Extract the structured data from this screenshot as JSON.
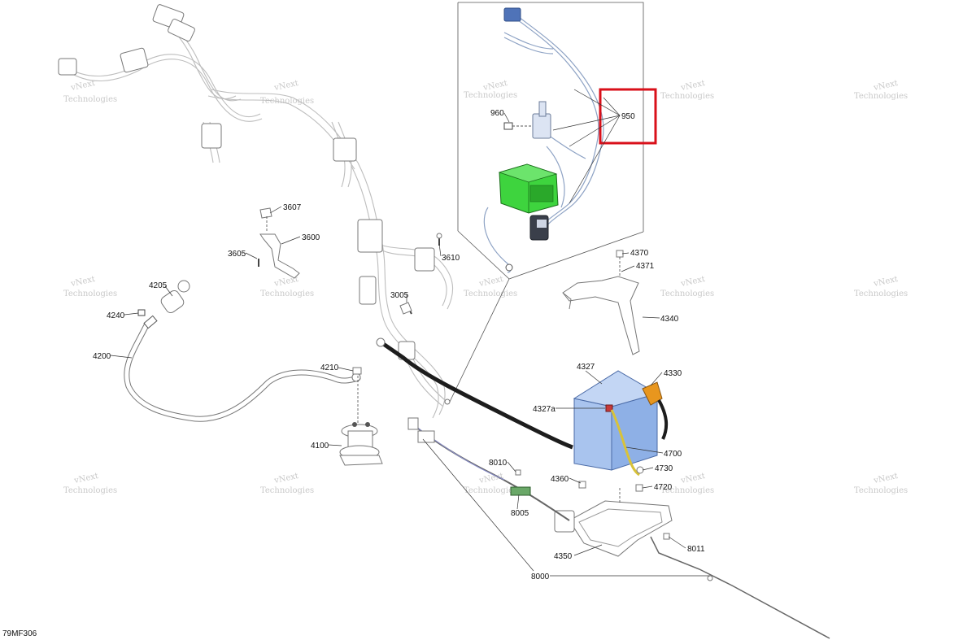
{
  "diagram_code": "79MF306",
  "watermark": {
    "line1": "vNext",
    "line2": "Technologies"
  },
  "callouts": {
    "p950": "950",
    "p960": "960",
    "p3607": "3607",
    "p3600": "3600",
    "p3605": "3605",
    "p3610": "3610",
    "p3005": "3005",
    "p4205": "4205",
    "p4240": "4240",
    "p4200": "4200",
    "p4210": "4210",
    "p4100": "4100",
    "p4370": "4370",
    "p4371": "4371",
    "p4340": "4340",
    "p4327": "4327",
    "p4330": "4330",
    "p4327a": "4327a",
    "p4700": "4700",
    "p4730": "4730",
    "p4720": "4720",
    "p4360": "4360",
    "p8010": "8010",
    "p8005": "8005",
    "p4350": "4350",
    "p8011": "8011",
    "p8000": "8000"
  },
  "colors": {
    "highlight_box": "#d9101a",
    "battery_fill": "#a9c4ee",
    "relay_green": "#3ed43e",
    "battery_terminal_orange": "#e8961e",
    "cable_yellow": "#d8c23a"
  }
}
